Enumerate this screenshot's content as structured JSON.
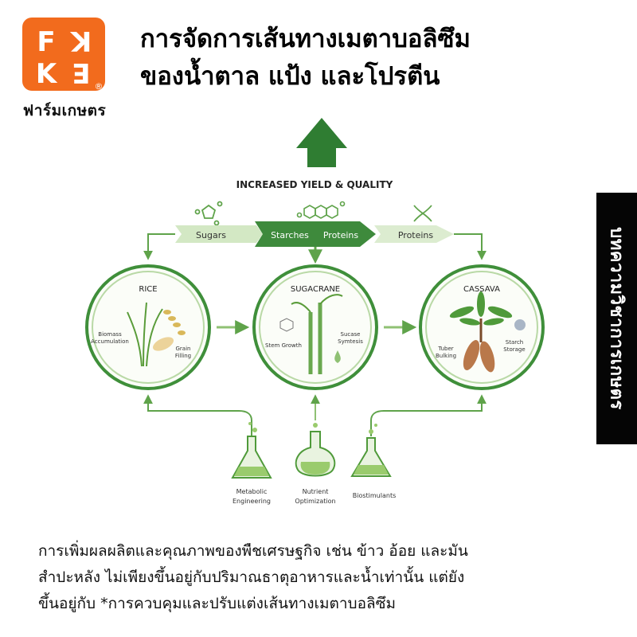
{
  "brand": {
    "logo_letters": "FKKE",
    "logo_registered": "®",
    "caption": "ฟาร์มเกษตร",
    "accent_color": "#f26b1d"
  },
  "header": {
    "title_line1": "การจัดการเส้นทางเมตาบอลิซึม",
    "title_line2": "ของน้ำตาล แป้ง และโปรตีน"
  },
  "side_tab": {
    "label": "บทความวิชาการเกษตร"
  },
  "diagram": {
    "top_label": "INCREASED YIELD & QUALITY",
    "flow": {
      "sugars": "Sugars",
      "starches": "Starches",
      "proteins_mid": "Proteins",
      "proteins_right": "Proteins"
    },
    "crops": [
      {
        "name": "RICE",
        "label_left": [
          "Biomass",
          "Accumulation"
        ],
        "label_right": [
          "Grain",
          "Filling"
        ]
      },
      {
        "name": "SUGACRANE",
        "label_left": [
          "Stem Growth"
        ],
        "label_right": [
          "Sucase",
          "Symtesis"
        ]
      },
      {
        "name": "CASSAVA",
        "label_left": [
          "Tuber",
          "Bulking"
        ],
        "label_right": [
          "Starch",
          "Storage"
        ]
      }
    ],
    "inputs": [
      {
        "lines": [
          "Metabolic",
          "Engineering"
        ]
      },
      {
        "lines": [
          "Nutrient",
          "Optimization"
        ]
      },
      {
        "lines": [
          "Biostimulants"
        ]
      }
    ],
    "colors": {
      "dark_green": "#2e7d32",
      "mid_green": "#5fa34a",
      "light_green": "#cfe5bf",
      "ring": "#3f8f3a"
    }
  },
  "description": {
    "line1": "การเพิ่มผลผลิตและคุณภาพของพืชเศรษฐกิจ เช่น ข้าว อ้อย และมัน",
    "line2": "สำปะหลัง ไม่เพียงขึ้นอยู่กับปริมาณธาตุอาหารและน้ำเท่านั้น แต่ยัง",
    "line3": "ขึ้นอยู่กับ *การควบคุมและปรับแต่งเส้นทางเมตาบอลิซึม"
  }
}
